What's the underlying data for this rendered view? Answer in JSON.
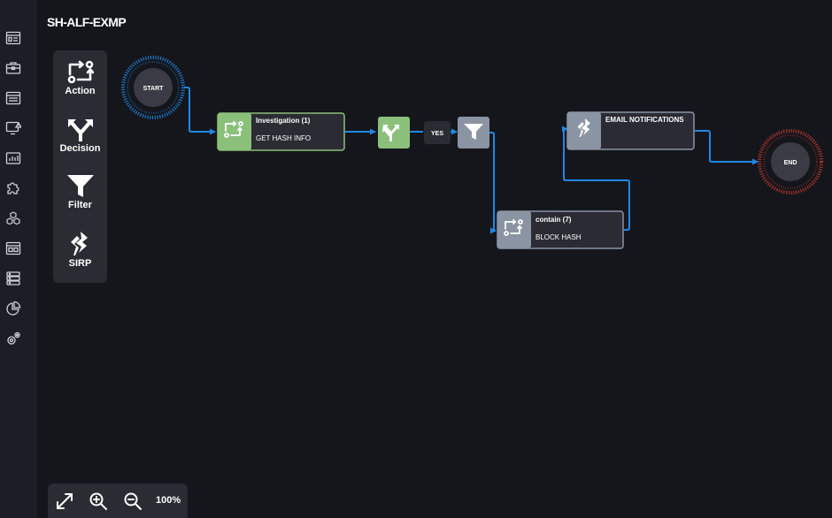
{
  "playbook": {
    "title": "SH-ALF-EXMP"
  },
  "sidebar": {
    "items": [
      {
        "icon": "dashboard-icon"
      },
      {
        "icon": "briefcase-icon"
      },
      {
        "icon": "list-window-icon"
      },
      {
        "icon": "alert-monitor-icon"
      },
      {
        "icon": "bar-chart-icon"
      },
      {
        "icon": "puzzle-icon"
      },
      {
        "icon": "cubes-icon"
      },
      {
        "icon": "calendar-window-icon"
      },
      {
        "icon": "server-stack-icon"
      },
      {
        "icon": "pie-chart-icon"
      },
      {
        "icon": "gears-icon"
      }
    ]
  },
  "palette": {
    "items": [
      {
        "label": "Action",
        "icon": "action-icon"
      },
      {
        "label": "Decision",
        "icon": "decision-icon"
      },
      {
        "label": "Filter",
        "icon": "filter-icon"
      },
      {
        "label": "SIRP",
        "icon": "sirp-logo-icon"
      }
    ]
  },
  "flow": {
    "start_label": "START",
    "end_label": "END",
    "yes_label": "YES",
    "nodes": {
      "investigation": {
        "title": "Investigation (1)",
        "subtitle": "GET HASH INFO"
      },
      "email": {
        "title": "EMAIL NOTIFICATIONS",
        "subtitle": ""
      },
      "contain": {
        "title": "contain (7)",
        "subtitle": "BLOCK HASH"
      }
    }
  },
  "colors": {
    "background": "#15161c",
    "connector": "#1e88e5",
    "green_node": "#8bc07a",
    "grey_node": "#8a94a3",
    "node_body": "#2a2b33",
    "end_ring": "#c0392b",
    "start_ring": "#1e88e5"
  },
  "zoom": {
    "level_label": "100%"
  }
}
